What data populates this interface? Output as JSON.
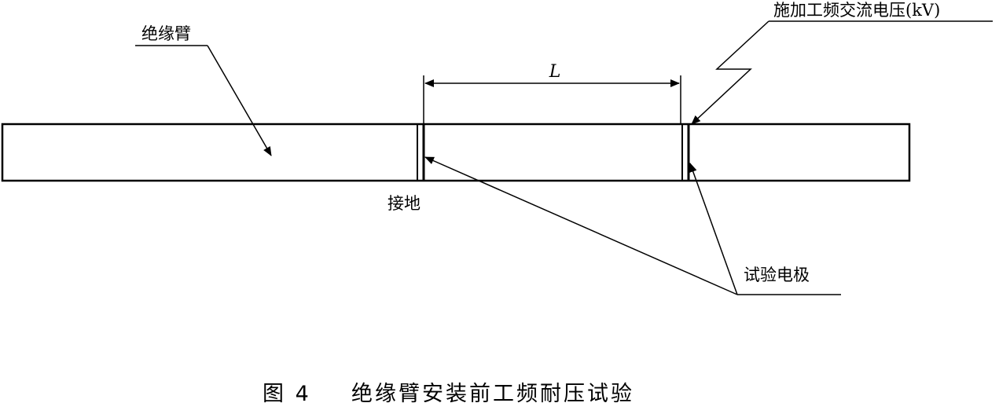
{
  "labels": {
    "insulating_arm": "绝缘臂",
    "applied_voltage": "施加工频交流电压(kV)",
    "dimension_L": "L",
    "grounding": "接地",
    "test_electrode": "试验电极"
  },
  "caption": {
    "number": "图 4",
    "title": "绝缘臂安装前工频耐压试验"
  },
  "colors": {
    "line": "#000000",
    "background": "#ffffff"
  }
}
